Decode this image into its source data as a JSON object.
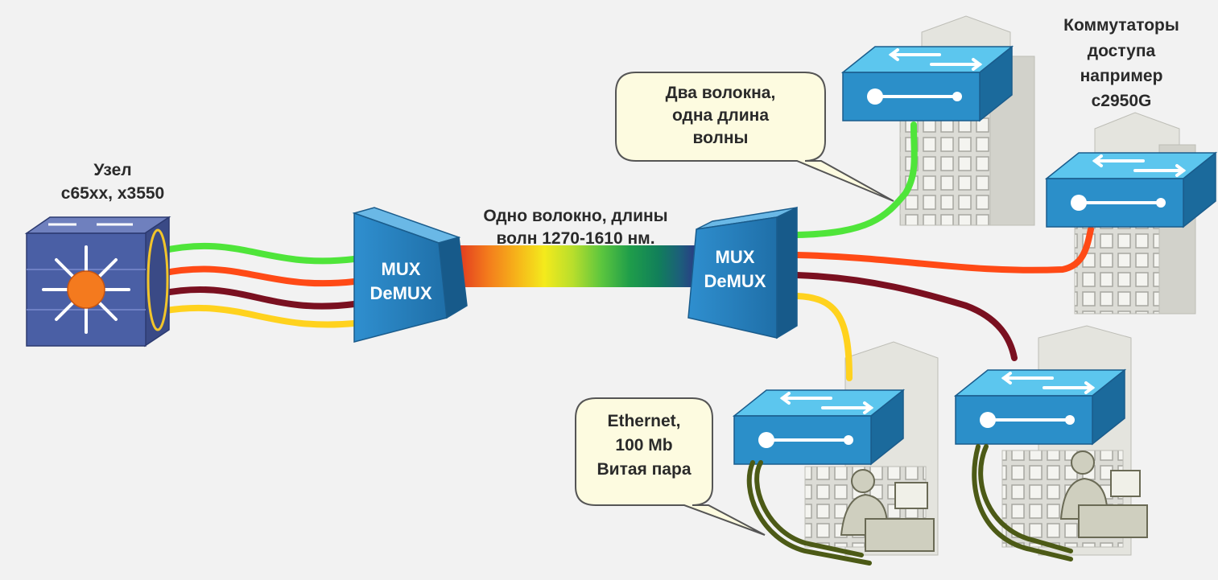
{
  "labels": {
    "core_line1": "Узел",
    "core_line2": "c65xx, x3550",
    "fiber_line1": "Одно волокно, длины",
    "fiber_line2": "волн 1270-1610 нм.",
    "access_line1": "Коммутаторы",
    "access_line2": "доступа",
    "access_line3": "например",
    "access_line4": "c2950G"
  },
  "mux_left": {
    "line1": "MUX",
    "line2": "DeMUX"
  },
  "mux_right": {
    "line1": "MUX",
    "line2": "DeMUX"
  },
  "callout_top": {
    "line1": "Два волокна,",
    "line2": "одна длина",
    "line3": "волны"
  },
  "callout_bottom": {
    "line1": "Ethernet,",
    "line2": "100 Mb",
    "line3": "Витая пара"
  },
  "colors": {
    "green": "#4fe53a",
    "red": "#ff4a16",
    "maroon": "#7a1020",
    "yellow": "#ffd21e",
    "device_blue": "#2b8fc9",
    "device_top": "#5cc6ee",
    "core_blue": "#4a5fa5",
    "building": "#d9d9d4",
    "callout": "#fdfbe0",
    "twisted_pair": "#4c5a16"
  },
  "spectrum": [
    "#e23b20",
    "#f37a1c",
    "#f6b21a",
    "#f4ea1c",
    "#b8de2c",
    "#5cc63e",
    "#1f9d4a",
    "#117f5a",
    "#1c5f7a",
    "#2a3a86"
  ]
}
